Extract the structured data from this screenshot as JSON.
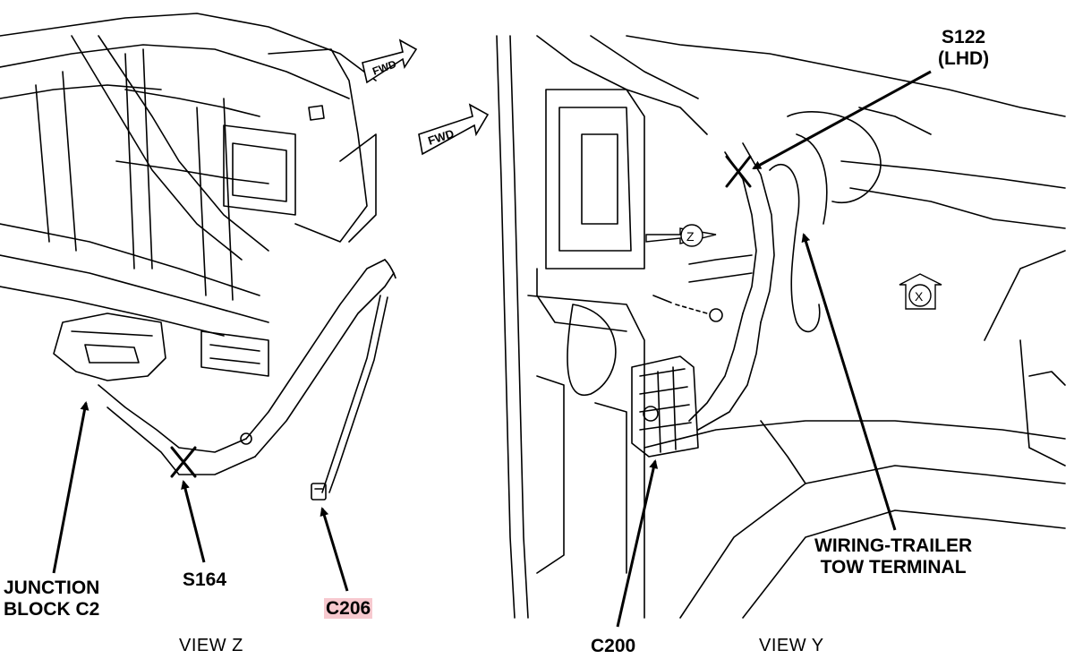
{
  "view_z": {
    "title": "VIEW Z",
    "labels": {
      "junction_block_line1": "JUNCTION",
      "junction_block_line2": "BLOCK C2",
      "splice": "S164",
      "connector": "C206"
    }
  },
  "view_y": {
    "title": "VIEW Y",
    "labels": {
      "splice_line1": "S122",
      "splice_line2": "(LHD)",
      "connector": "C200",
      "trailer_line1": "WIRING-TRAILER",
      "trailer_line2": "TOW TERMINAL"
    }
  },
  "markers": {
    "fwd": "FWD",
    "view_z_ref": "Z",
    "view_x_ref": "X"
  },
  "colors": {
    "line": "#000000",
    "highlight": "#f7c9cf"
  }
}
